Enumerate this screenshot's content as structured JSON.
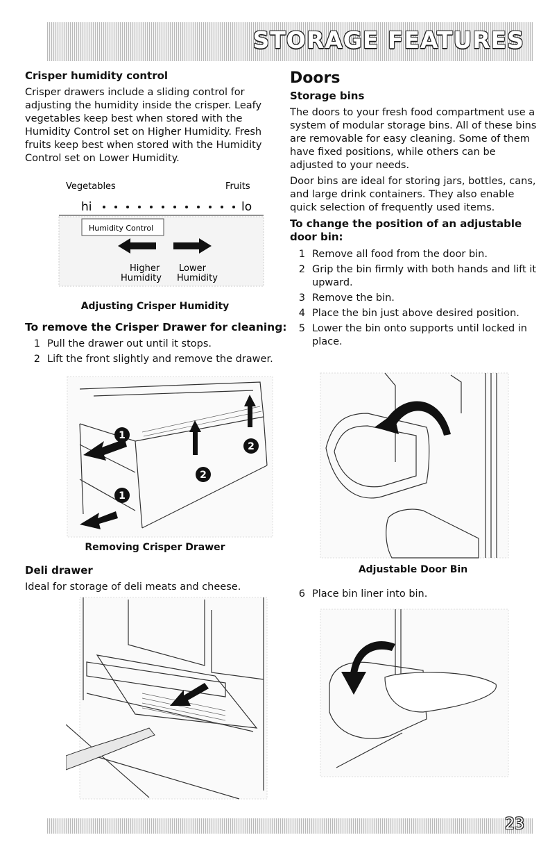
{
  "header": {
    "title": "STORAGE FEATURES"
  },
  "footer": {
    "page_number": "23"
  },
  "crisper": {
    "heading": "Crisper humidity control",
    "body": "Crisper drawers include a sliding control for adjusting the humidity inside the crisper. Leafy vegetables keep best when stored with the Humidity Control set on Higher Humidity. Fresh fruits keep best when stored with the Humidity Control set on Lower Humidity.",
    "diagram": {
      "vegetables_label": "Vegetables",
      "fruits_label": "Fruits",
      "hi_label": "hi",
      "lo_label": "lo",
      "control_label": "Humidity Control",
      "higher_label": "Higher",
      "higher_sub": "Humidity",
      "lower_label": "Lower",
      "lower_sub": "Humidity"
    },
    "diagram_caption": "Adjusting Crisper Humidity"
  },
  "remove_crisper": {
    "heading": "To remove the Crisper Drawer for cleaning:",
    "steps": [
      {
        "num": "1",
        "text": "Pull the drawer out until it stops."
      },
      {
        "num": "2",
        "text": "Lift the front slightly and remove the drawer."
      }
    ],
    "callouts": [
      "1",
      "2",
      "2",
      "1"
    ],
    "caption": "Removing Crisper Drawer"
  },
  "deli": {
    "heading": "Deli drawer",
    "body": "Ideal for storage of deli meats and cheese."
  },
  "doors": {
    "heading": "Doors",
    "subheading": "Storage bins",
    "body1": "The doors to your fresh food compartment use a system of modular storage bins. All of these bins are removable for easy cleaning. Some of them have fixed positions, while others can be adjusted to your needs.",
    "body2": "Door bins are ideal for storing jars, bottles, cans, and large drink containers. They also enable quick selection of frequently used items.",
    "change_heading": "To change the position of an adjustable door bin:",
    "steps": [
      {
        "num": "1",
        "text": "Remove all food from the door bin."
      },
      {
        "num": "2",
        "text": "Grip the bin firmly with both hands and lift it upward."
      },
      {
        "num": "3",
        "text": "Remove the bin."
      },
      {
        "num": "4",
        "text": "Place the bin just above desired position."
      },
      {
        "num": "5",
        "text": "Lower the bin onto supports until locked in place."
      }
    ],
    "caption": "Adjustable Door Bin",
    "step6": {
      "num": "6",
      "text": "Place bin liner into bin."
    }
  }
}
